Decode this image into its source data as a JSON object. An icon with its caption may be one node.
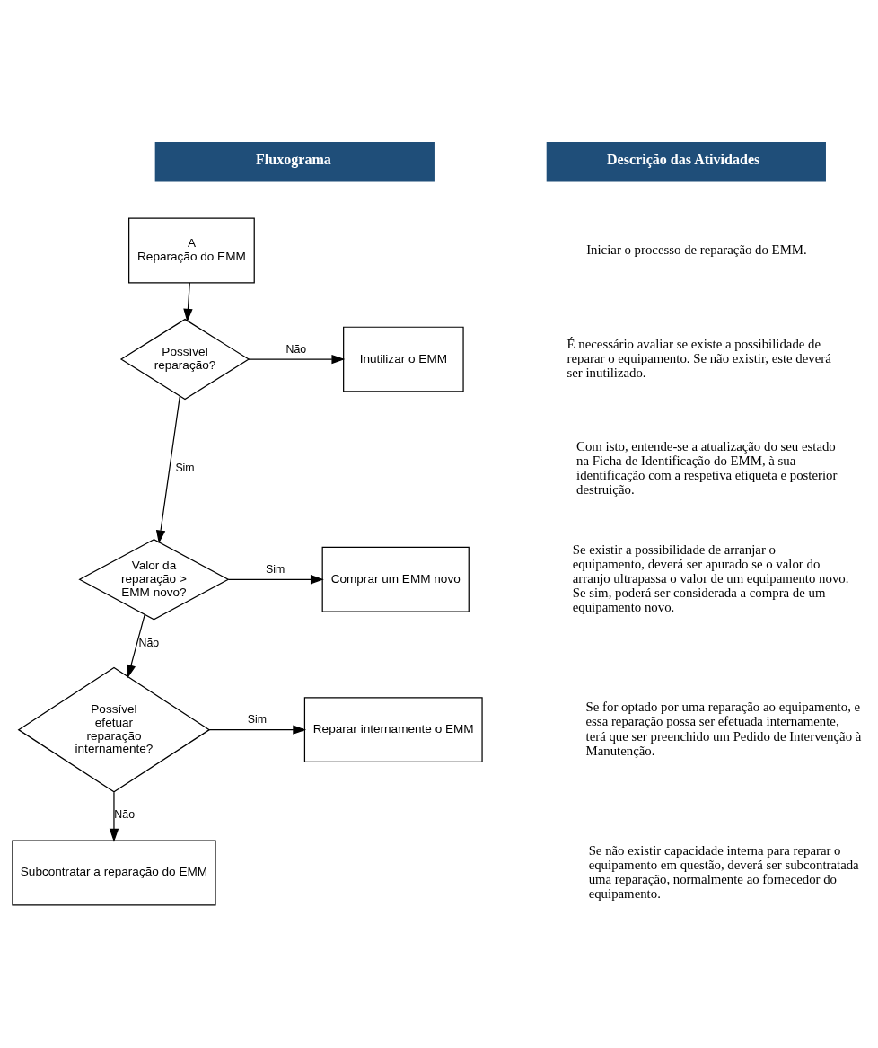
{
  "diagram": {
    "nodes": [
      {
        "text": [
          "A",
          "Reparação do EMM"
        ]
      },
      {
        "text": [
          "Possível reparação?"
        ]
      },
      {
        "text": [
          "Inutilizar o EMM"
        ]
      },
      {
        "text": [
          "Valor da reparação > EMM novo?"
        ]
      },
      {
        "text": [
          "Comprar um EMM novo"
        ]
      },
      {
        "text": [
          "Possível efetuar reparação internamente?"
        ]
      },
      {
        "text": [
          "Reparar internamente o EMM"
        ]
      },
      {
        "text": [
          "Subcontratar a reparação do EMM"
        ]
      }
    ],
    "edges": [
      {
        "from": 0,
        "to": 1,
        "arrow": "to"
      },
      {
        "from": 1,
        "to": 2,
        "arrow": "to",
        "label": "Não"
      },
      {
        "from": 1,
        "to": 3,
        "arrow": "to",
        "label": "Sim"
      },
      {
        "from": 3,
        "to": 4,
        "arrow": "to",
        "label": "Sim"
      },
      {
        "from": 3,
        "to": 5,
        "arrow": "to",
        "label": "Não"
      },
      {
        "from": 5,
        "to": 6,
        "arrow": "to",
        "label": "Sim"
      },
      {
        "from": 5,
        "to": 7,
        "arrow": "to",
        "label": "Não"
      }
    ],
    "labels": [
      "Fluxograma",
      "Descrição das Atividades",
      "Iniciar o processo de reparação do EMM.",
      "É necessário avaliar se existe a possibilidade de reparar o equipamento. Se não existir, este deverá ser inutilizado.",
      "Com isto, entende-se a atualização do seu estado na Ficha de Identificação do EMM, à sua identificação com a respetiva etiqueta e posterior destruição.",
      "Se existir a possibilidade de arranjar o equipamento, deverá ser apurado se o valor do arranjo ultrapassa o valor de um equipamento novo. Se sim, poderá ser considerada a compra de um equipamento novo.",
      "Se for optado por uma reparação ao equipamento, e essa reparação possa ser efetuada internamente, terá que ser preenchido um Pedido de Intervenção à Manutenção.",
      "Se não existir capacidade interna para reparar o equipamento em questão, deverá ser subcontratada uma reparação, normalmente ao fornecedor do equipamento."
    ]
  }
}
